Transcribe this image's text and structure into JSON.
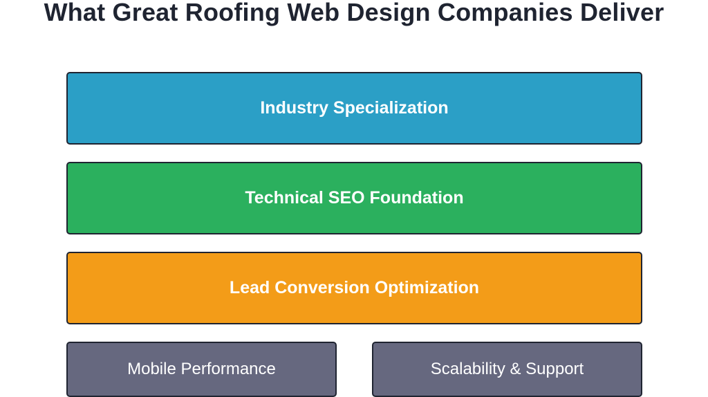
{
  "title": "What Great Roofing Web Design Companies Deliver",
  "layers": [
    {
      "label": "Industry Specialization",
      "color": "#2b9fc6"
    },
    {
      "label": "Technical SEO Foundation",
      "color": "#2bb05e"
    },
    {
      "label": "Lead Conversion Optimization",
      "color": "#f39c18"
    }
  ],
  "base": [
    {
      "label": "Mobile Performance",
      "color": "#66687f"
    },
    {
      "label": "Scalability & Support",
      "color": "#66687f"
    }
  ]
}
